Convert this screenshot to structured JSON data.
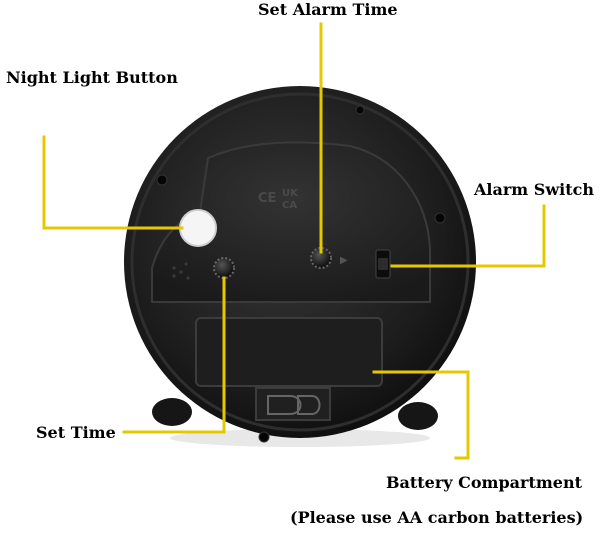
{
  "labels": {
    "set_alarm_time": "Set Alarm Time",
    "night_light_button": "Night Light Button",
    "alarm_switch": "Alarm Switch",
    "set_time": "Set Time",
    "battery_compartment": "Battery Compartment",
    "battery_note": "(Please use AA carbon batteries)"
  },
  "colors": {
    "leader_line": "#e5c800",
    "clock_body": "#1c1c1c",
    "clock_panel": "#262626",
    "label_text": "#000000",
    "background": "#ffffff"
  },
  "icons": {
    "night_light_button": "white-round-button",
    "set_alarm_knob": "knurled-knob",
    "set_time_knob": "knurled-knob",
    "alarm_switch": "slide-switch"
  }
}
